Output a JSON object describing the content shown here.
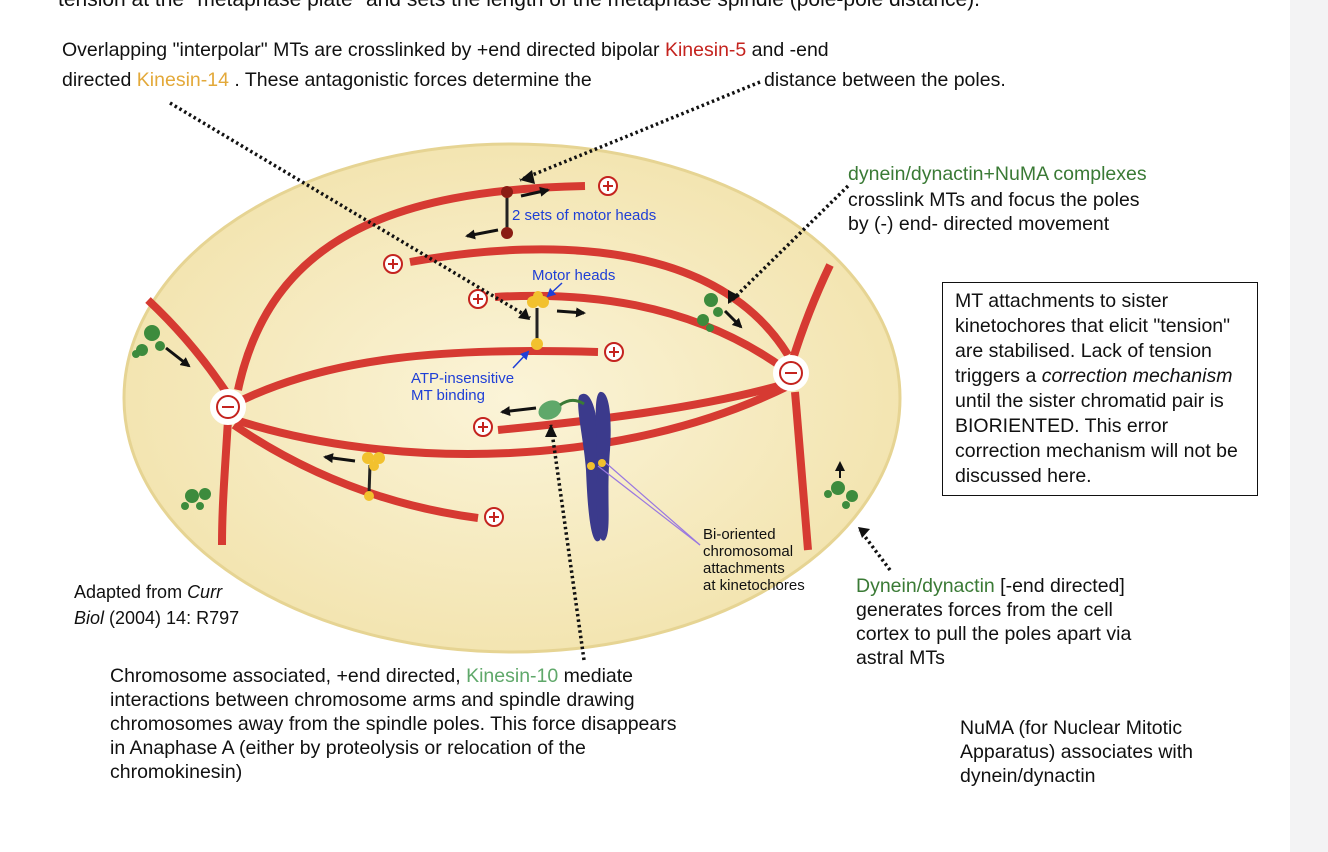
{
  "top_cut_text": "tension at the \"metaphase plate\" and sets the length of the metaphase spindle (pole-pole distance).",
  "interpolar": {
    "line1_a": "Overlapping \"interpolar\" MTs are crosslinked by +end directed bipolar ",
    "kinesin5": "Kinesin-5",
    "line1_b": " and -end",
    "line2_a": "directed ",
    "kinesin14": "Kinesin-14",
    "line2_b": " . These antagonistic forces determine the",
    "line2_c": "distance between the poles."
  },
  "dynein_numa": {
    "title": "dynein/dynactin+NuMA complexes",
    "line2": "crosslink MTs and focus the poles",
    "line3": "by (-) end- directed movement"
  },
  "box_text": {
    "a": "MT attachments to sister kinetochores that elicit \"tension\" are stabilised. Lack of tension triggers a ",
    "italic": "correction mechanism",
    "b": " until the sister chromatid pair is BIORIENTED. This error correction mechanism will not be discussed here."
  },
  "labels": {
    "two_sets": "2 sets of motor heads",
    "motor_heads": "Motor heads",
    "atp_1": "ATP-insensitive",
    "atp_2": "MT binding",
    "bi_1": "Bi-oriented",
    "bi_2": "chromosomal",
    "bi_3": "attachments",
    "bi_4": "at kinetochores"
  },
  "adapted": {
    "a": "Adapted from ",
    "italic_1": "Curr",
    "italic_2": "Biol",
    "b": " (2004) 14: R797"
  },
  "dynein_cortex": {
    "title": "Dynein/dynactin",
    "title_rest": " [-end directed]",
    "line2": "generates forces from the cell",
    "line3": "cortex to pull the poles apart via",
    "line4": "astral MTs"
  },
  "kinesin10": {
    "line1_a": "Chromosome associated, +end directed, ",
    "kin": "Kinesin-10",
    "line1_b": " mediate",
    "line2": "interactions between chromosome arms and spindle drawing",
    "line3": "chromosomes away from the spindle poles. This force disappears",
    "line4": "in Anaphase A (either by proteolysis or relocation of the",
    "line5": "chromokinesin)"
  },
  "numa_note": {
    "line1": "NuMA (for Nuclear Mitotic",
    "line2": "Apparatus) associates with",
    "line3": "dynein/dynactin"
  },
  "symbols": {
    "plus": "+",
    "minus": "−"
  },
  "colors": {
    "microtubule": "#d63a32",
    "cell": "#f7ebbf",
    "cell_edge": "#e9d79c",
    "kinesin5": "#8a1c14",
    "motor": "#f2c12e",
    "dynein": "#3d8b3d",
    "chromosome": "#3b3a8c",
    "blue_label": "#1f3fd6",
    "bi_line": "#9a78e0"
  }
}
